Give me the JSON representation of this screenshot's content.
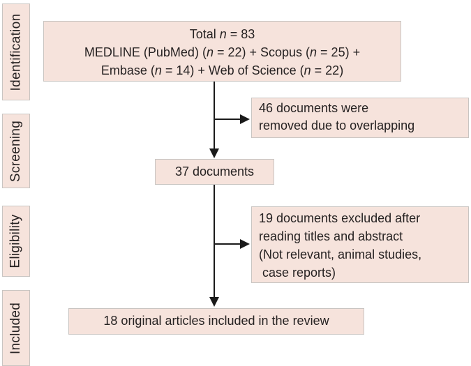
{
  "diagram": {
    "stages": [
      {
        "label": "Identification"
      },
      {
        "label": "Screening"
      },
      {
        "label": "Eligibility"
      },
      {
        "label": "Included"
      }
    ],
    "boxes": {
      "total": {
        "lines_rich": [
          [
            {
              "t": "Total "
            },
            {
              "t": "n",
              "i": true
            },
            {
              "t": " = 83"
            }
          ],
          [
            {
              "t": "MEDLINE (PubMed) ("
            },
            {
              "t": "n",
              "i": true
            },
            {
              "t": " = 22) + Scopus ("
            },
            {
              "t": "n",
              "i": true
            },
            {
              "t": " = 25) +"
            }
          ],
          [
            {
              "t": "Embase ("
            },
            {
              "t": "n",
              "i": true
            },
            {
              "t": " = 14) + Web of Science ("
            },
            {
              "t": "n",
              "i": true
            },
            {
              "t": " = 22)"
            }
          ]
        ]
      },
      "removed_overlapping": {
        "lines": [
          "46 documents were",
          "removed due to overlapping"
        ]
      },
      "screened": {
        "text": "37 documents"
      },
      "excluded": {
        "lines": [
          "19 documents excluded after",
          "reading titles and abstract",
          "(Not relevant, animal studies,",
          " case reports)"
        ]
      },
      "included": {
        "text": "18 original articles included in the review"
      }
    },
    "colors": {
      "box_fill": "#f6e3dc",
      "box_border": "#c9c5c2",
      "text": "#262222",
      "arrow": "#1a1a1a"
    }
  }
}
